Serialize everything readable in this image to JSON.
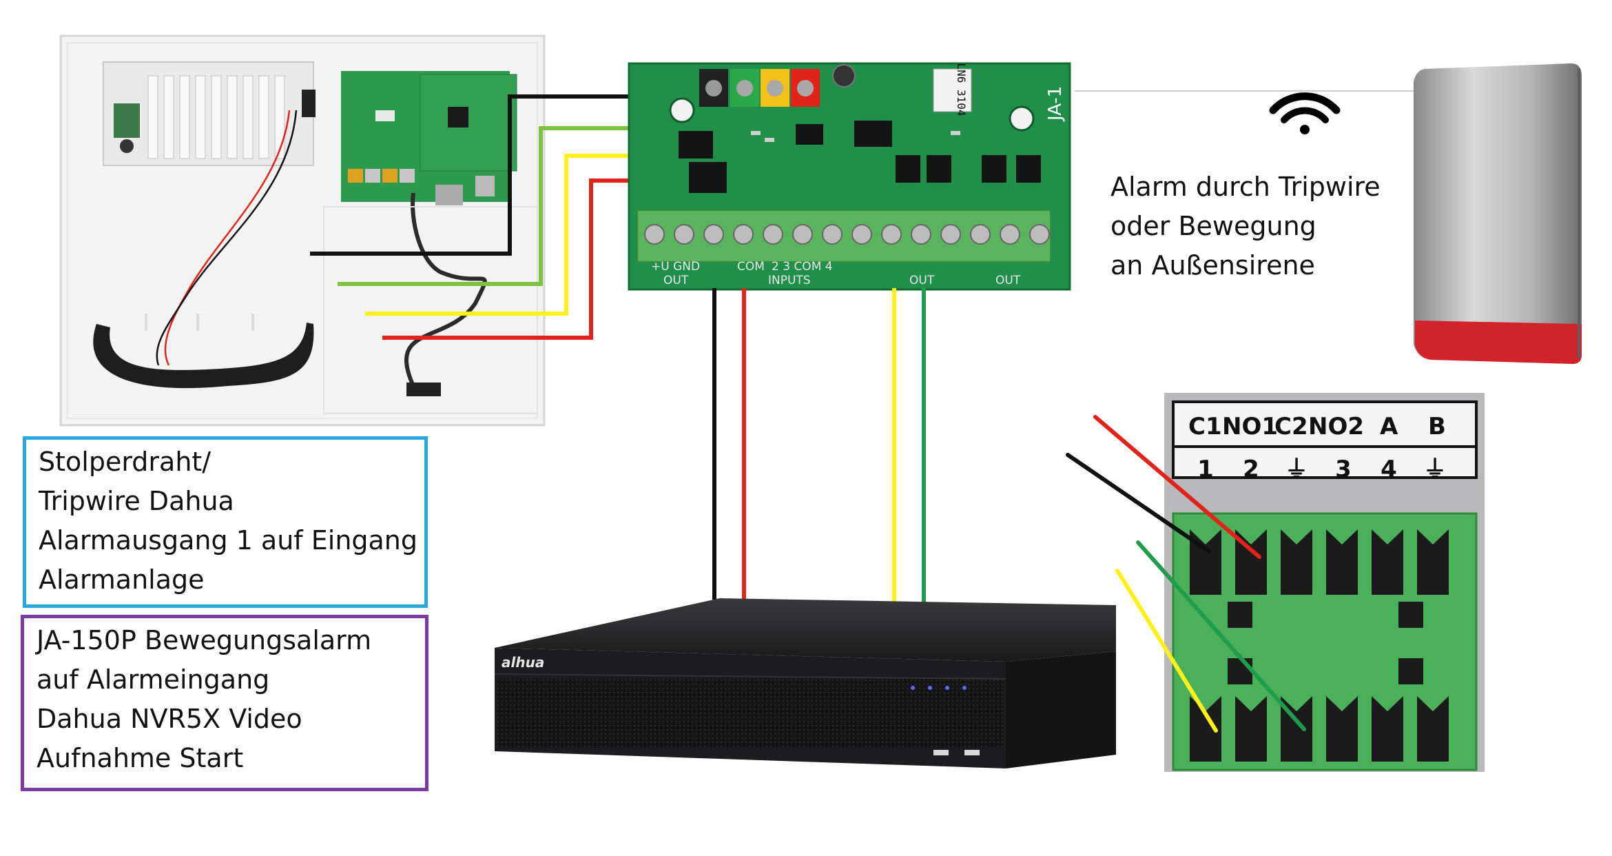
{
  "colors": {
    "wire_black": "#111111",
    "wire_red": "#e2231a",
    "wire_yellow": "#ffef1a",
    "wire_green": "#7cc341",
    "wire_green_dark": "#1f9d4a",
    "pcb_green": "#1f8f4a",
    "terminal_green": "#4bb05a",
    "box_blue_border": "#2aa7dc",
    "box_purple_border": "#7b3aa3",
    "nvr_body": "#1d1d1f",
    "siren_red": "#d2232a"
  },
  "texts": {
    "tripwire_box": [
      "Stolperdraht/",
      "Tripwire Dahua",
      "Alarmausgang 1 auf Eingang",
      "Alarmanlage"
    ],
    "motion_box": [
      "JA-150P Bewegungsalarm",
      "auf Alarmeingang",
      "Dahua NVR5X Video",
      "Aufnahme Start"
    ],
    "siren_caption": [
      "Alarm durch Tripwire",
      "oder Bewegung",
      "an Außensirene"
    ]
  },
  "module": {
    "top_label": "JA-1",
    "chip_label": "LN6 3104",
    "bottom_labels": {
      "out_left": "OUT",
      "gnd": "+U GND",
      "inputs": "INPUTS",
      "com": "COM",
      "in_numbers": "2   3  COM  4",
      "out_mid": "OUT",
      "out_right": "OUT"
    }
  },
  "nvr": {
    "brand": "alhua"
  },
  "terminal_block": {
    "header_row1": [
      "C1",
      "NO1",
      "C2",
      "NO2",
      "A",
      "B"
    ],
    "header_row2": [
      "1",
      "2",
      "⏚",
      "3",
      "4",
      "⏚"
    ]
  },
  "icons": [
    "wifi-icon"
  ]
}
